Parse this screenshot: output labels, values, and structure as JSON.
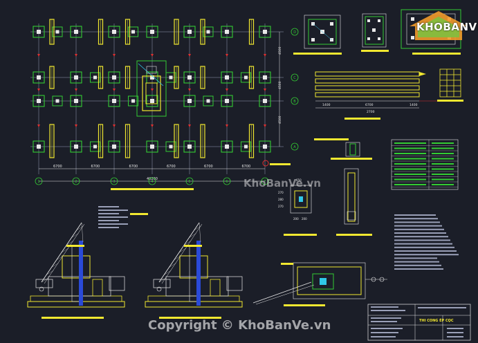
{
  "watermark": {
    "center_text": "KhoBanVe.vn",
    "copyright_text": "Copyright © KhoBanVe.vn"
  },
  "logo": {
    "text": "KHOBANVE"
  },
  "plan": {
    "grid_letters": [
      "D",
      "C",
      "B",
      "A"
    ],
    "grid_numbers": [
      "1",
      "2",
      "3",
      "4",
      "5",
      "6",
      "7"
    ],
    "spans": [
      "6700",
      "6700",
      "6700",
      "6700",
      "6700",
      "6700"
    ],
    "total_length": "40200",
    "row_spans": [
      "4500",
      "4500",
      "4500"
    ]
  },
  "pile_detail": {
    "dims": [
      "1400",
      "6700",
      "1400"
    ],
    "total": "2700"
  },
  "section": {
    "dim_top": "650",
    "dims_side": [
      "270",
      "280",
      "270"
    ],
    "dims_bottom": [
      "200",
      "200"
    ]
  },
  "title_block": {
    "title": "THI CONG ÉP CỌC"
  },
  "colors": {
    "background": "#1b1e28",
    "green": "#33cc33",
    "yellow": "#f2e830",
    "white": "#e8e8e8",
    "red": "#e03030",
    "blue": "#2a4ad8",
    "cyan": "#30c8e8"
  }
}
